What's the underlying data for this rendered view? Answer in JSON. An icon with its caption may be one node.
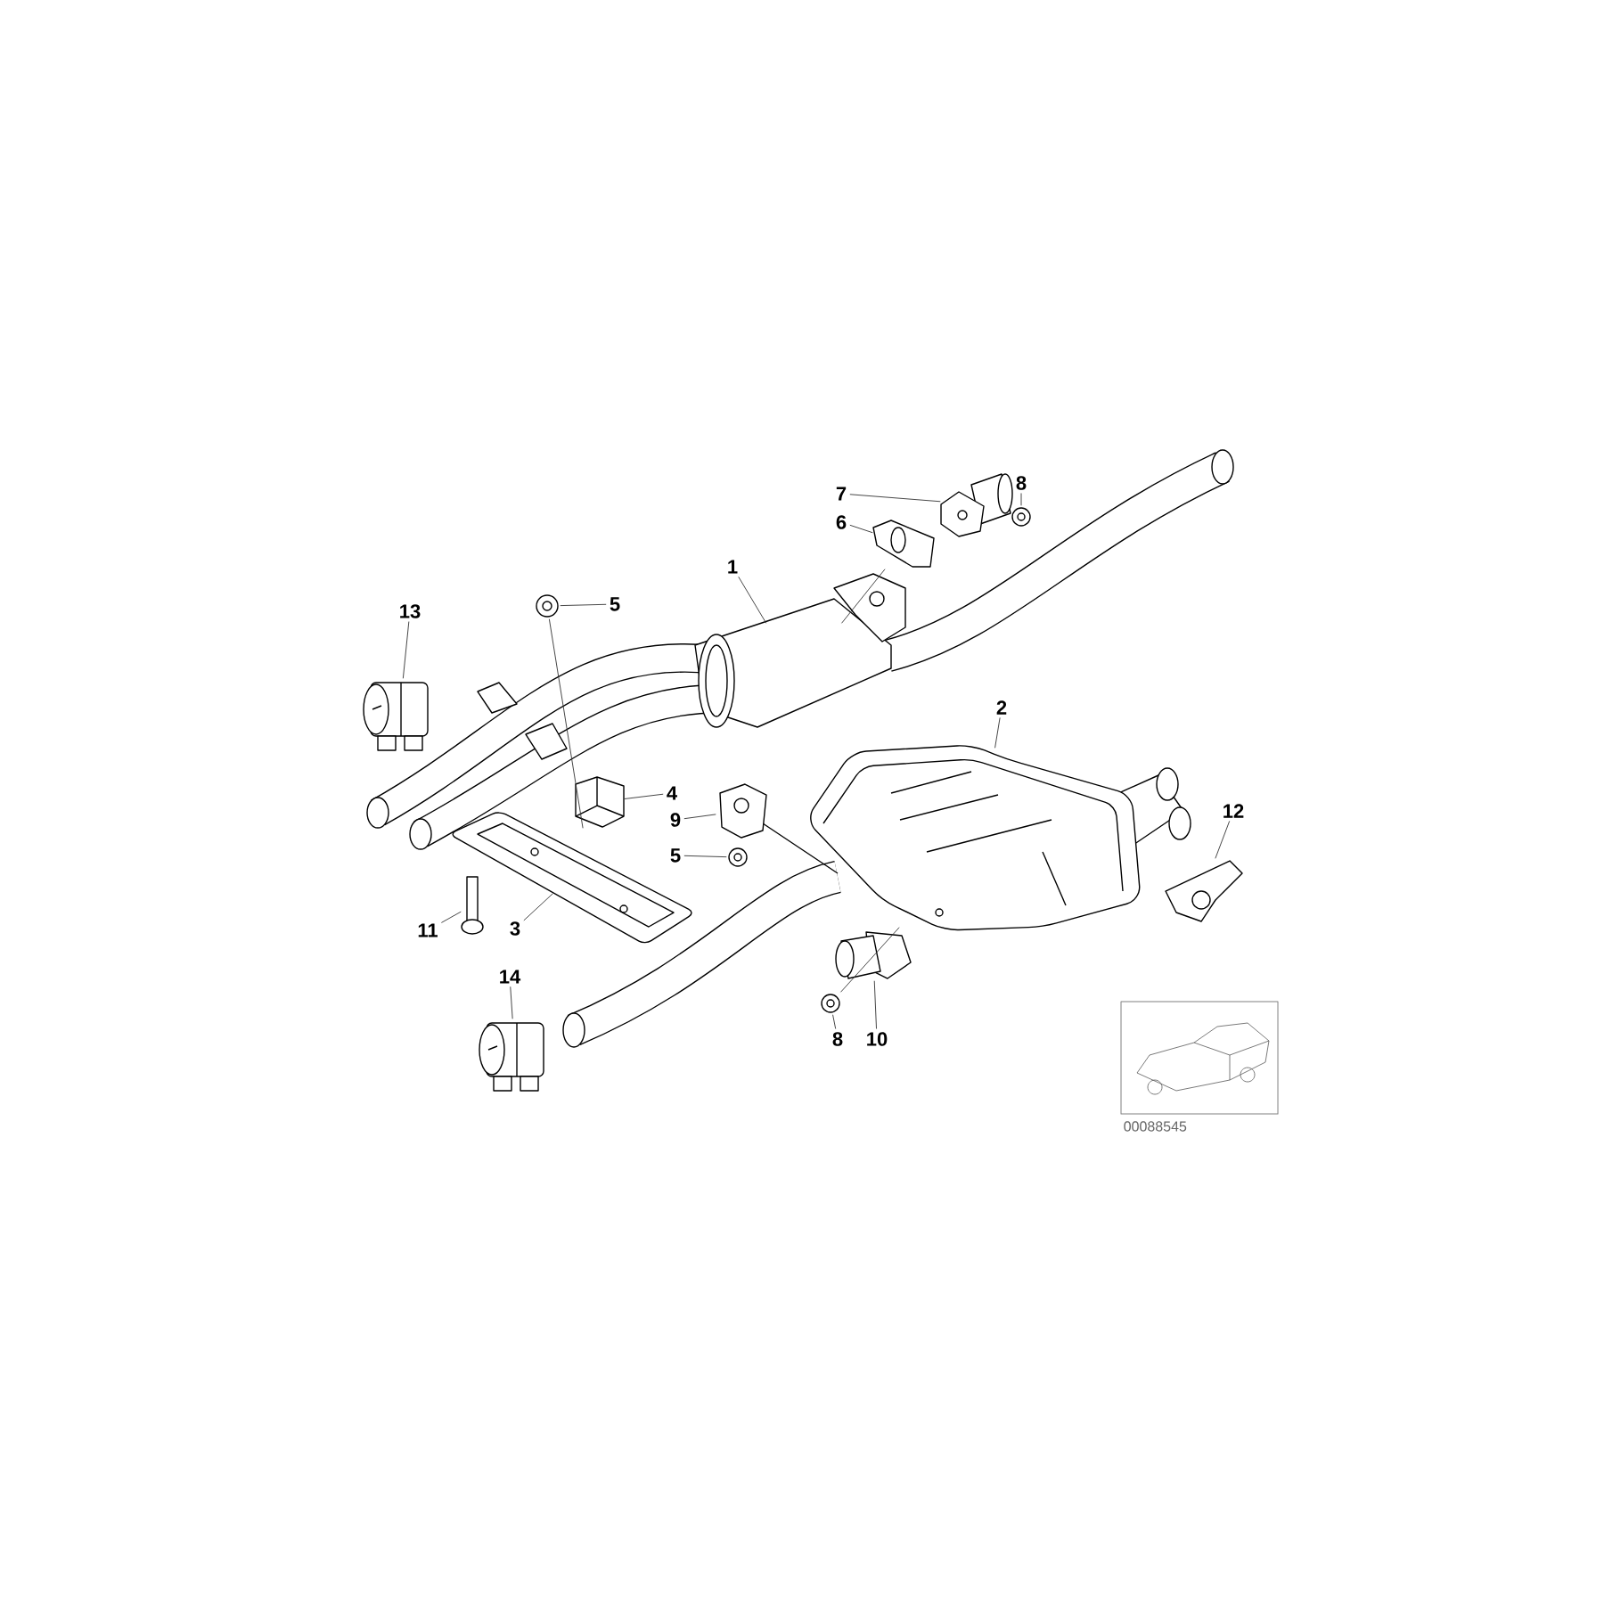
{
  "diagram": {
    "nodes": [
      {
        "text": [
          "1"
        ]
      },
      {
        "text": [],
        "shape": "picture"
      },
      {
        "text": [
          "2"
        ]
      },
      {
        "text": [],
        "shape": "picture"
      },
      {
        "text": [
          "3"
        ]
      },
      {
        "text": [],
        "shape": "picture"
      },
      {
        "text": [
          "4"
        ]
      },
      {
        "text": [],
        "shape": "picture"
      },
      {
        "text": [
          "5"
        ]
      },
      {
        "text": [],
        "shape": "picture"
      },
      {
        "text": [
          "6"
        ]
      },
      {
        "text": [],
        "shape": "picture"
      },
      {
        "text": [
          "7"
        ]
      },
      {
        "text": [],
        "shape": "picture"
      },
      {
        "text": [
          "8"
        ]
      },
      {
        "text": [],
        "shape": "picture"
      },
      {
        "text": [
          "9"
        ]
      },
      {
        "text": [],
        "shape": "picture"
      },
      {
        "text": [
          "5"
        ]
      },
      {
        "text": [],
        "shape": "picture"
      },
      {
        "text": [
          "11"
        ]
      },
      {
        "text": [],
        "shape": "picture"
      },
      {
        "text": [
          "12"
        ]
      },
      {
        "text": [],
        "shape": "picture"
      },
      {
        "text": [
          "13"
        ]
      },
      {
        "text": [],
        "shape": "picture"
      },
      {
        "text": [
          "14"
        ]
      },
      {
        "text": [],
        "shape": "picture"
      },
      {
        "text": [
          "8"
        ]
      },
      {
        "text": [],
        "shape": "picture"
      },
      {
        "text": [
          "10"
        ]
      },
      {
        "text": [],
        "shape": "picture"
      }
    ],
    "edges": [
      {
        "from": 0,
        "to": 1,
        "arrow": "none"
      },
      {
        "from": 2,
        "to": 3,
        "arrow": "none"
      },
      {
        "from": 4,
        "to": 5,
        "arrow": "none"
      },
      {
        "from": 6,
        "to": 7,
        "arrow": "none"
      },
      {
        "from": 8,
        "to": 9,
        "arrow": "none"
      },
      {
        "from": 10,
        "to": 11,
        "arrow": "none"
      },
      {
        "from": 12,
        "to": 13,
        "arrow": "none"
      },
      {
        "from": 14,
        "to": 15,
        "arrow": "none"
      },
      {
        "from": 16,
        "to": 17,
        "arrow": "none"
      },
      {
        "from": 18,
        "to": 19,
        "arrow": "none"
      },
      {
        "from": 20,
        "to": 21,
        "arrow": "none"
      },
      {
        "from": 22,
        "to": 23,
        "arrow": "none"
      },
      {
        "from": 24,
        "to": 25,
        "arrow": "none"
      },
      {
        "from": 26,
        "to": 27,
        "arrow": "none"
      },
      {
        "from": 28,
        "to": 29,
        "arrow": "none"
      },
      {
        "from": 30,
        "to": 31,
        "arrow": "none"
      },
      {
        "from": 9,
        "to": 5,
        "arrow": "none"
      },
      {
        "from": 29,
        "to": 3,
        "arrow": "none"
      },
      {
        "from": 11,
        "to": 1,
        "arrow": "none"
      }
    ],
    "labels": [
      "00088545"
    ]
  }
}
